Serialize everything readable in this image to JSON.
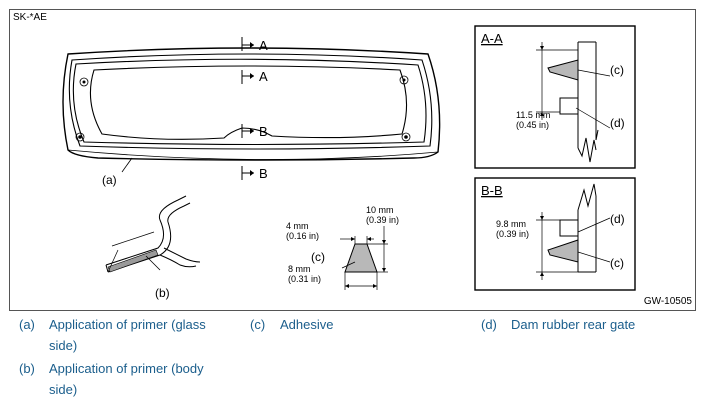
{
  "figure": {
    "corner_id": "SK-*AE",
    "figure_id": "GW-10505",
    "section_marks": [
      "A",
      "A",
      "B",
      "B"
    ],
    "callouts": {
      "a": "(a)",
      "b": "(b)",
      "c": "(c)",
      "d": "(d)"
    },
    "bead": {
      "height_mm": "10 mm",
      "height_in": "(0.39 in)",
      "top_mm": "4 mm",
      "top_in": "(0.16 in)",
      "base_mm": "8 mm",
      "base_in": "(0.31 in)"
    },
    "section_aa": {
      "title": "A-A",
      "dim_mm": "11.5 mm",
      "dim_in": "(0.45 in)"
    },
    "section_bb": {
      "title": "B-B",
      "dim_mm": "9.8 mm",
      "dim_in": "(0.39 in)"
    }
  },
  "legend": [
    {
      "key": "(a)",
      "text": "Application of primer (glass side)"
    },
    {
      "key": "(b)",
      "text": "Application of primer (body side)"
    },
    {
      "key": "(c)",
      "text": "Adhesive"
    },
    {
      "key": "(d)",
      "text": "Dam rubber rear gate"
    }
  ],
  "colors": {
    "legend_text": "#1b5e8c",
    "line": "#000000",
    "gray_fill": "#b8b8b8"
  }
}
